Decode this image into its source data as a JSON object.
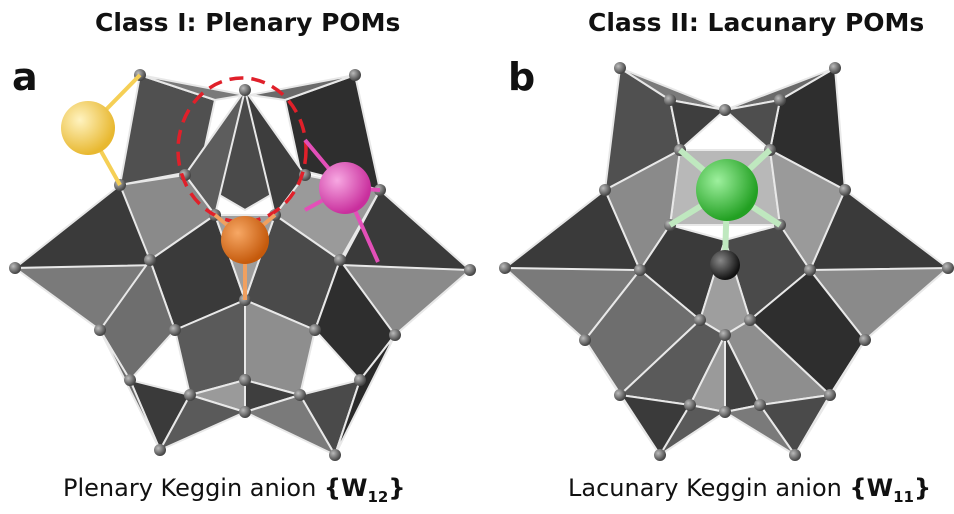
{
  "panels": {
    "a": {
      "title": "Class I: Plenary POMs",
      "letter": "a",
      "caption_text": "Plenary Keggin anion ",
      "formula_open": "{W",
      "formula_sub": "12",
      "formula_close": "}"
    },
    "b": {
      "title": "Class II: Lacunary POMs",
      "letter": "b",
      "caption_text": "Lacunary Keggin anion ",
      "formula_open": "{W",
      "formula_sub": "11",
      "formula_close": "}"
    }
  },
  "colors": {
    "octahedron_dark": "#3a3a3a",
    "octahedron_mid": "#6b6b6b",
    "octahedron_light": "#9a9a9a",
    "edge": "#e8e8e8",
    "vertex": "#555555",
    "yellow_atom": "#f5cf55",
    "pink_atom": "#e34fb8",
    "orange_atom": "#e0731f",
    "green_atom": "#3bbf3b",
    "dashed_ring": "#e0202a",
    "black_atom": "#2a2a2a"
  }
}
